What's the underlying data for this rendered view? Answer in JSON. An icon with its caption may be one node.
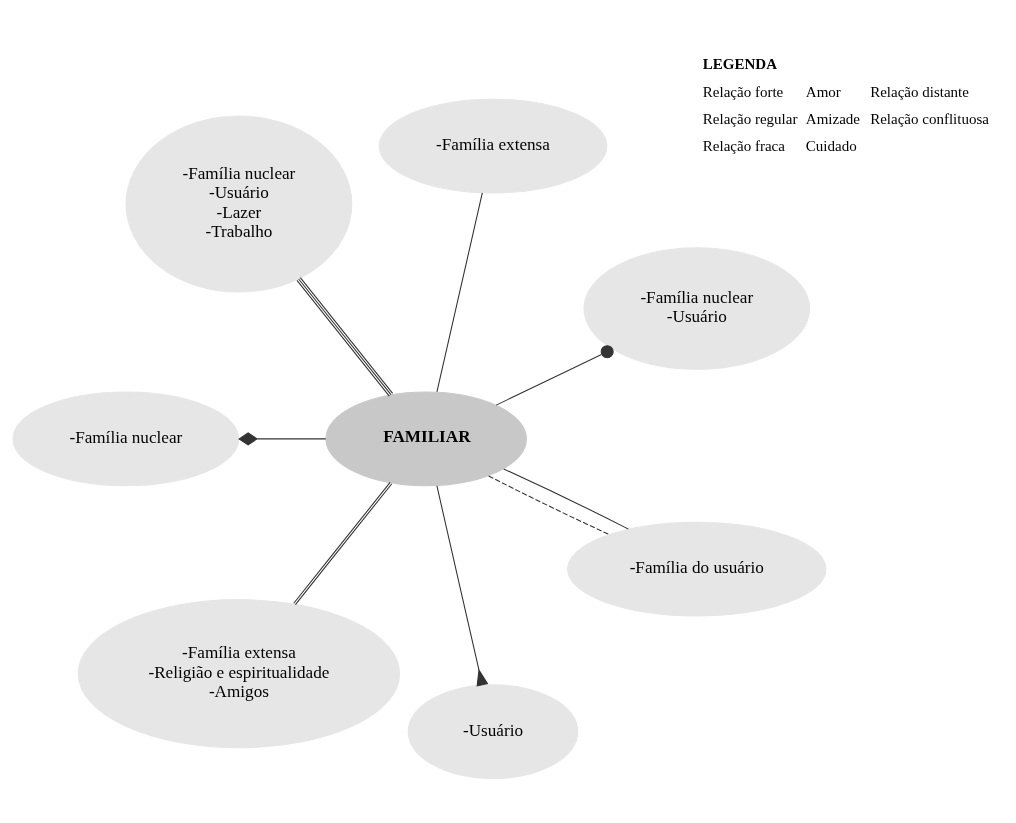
{
  "diagram": {
    "nodes": [
      {
        "text": [
          "FAMILIAR"
        ]
      },
      {
        "text": [
          "-Família nuclear",
          "-Usuário"
        ]
      },
      {
        "text": [
          "-Família extensa"
        ]
      },
      {
        "text": [
          "-Família nuclear",
          "-Usuário",
          "-Lazer",
          "-Trabalho"
        ]
      },
      {
        "text": [
          "-Família nuclear"
        ]
      },
      {
        "text": [
          "-Família extensa",
          "-Religião e espiritualidade",
          "-Amigos"
        ]
      },
      {
        "text": [
          "-Usuário"
        ]
      },
      {
        "text": [
          "-Família do usuário"
        ]
      }
    ],
    "edges": [
      {
        "from": 0,
        "to": 1,
        "arrow": "other"
      },
      {
        "from": 0,
        "to": 2,
        "arrow": "none"
      },
      {
        "from": 0,
        "to": 3,
        "arrow": "none"
      },
      {
        "from": 0,
        "to": 4,
        "arrow": "other"
      },
      {
        "from": 0,
        "to": 5,
        "arrow": "none"
      },
      {
        "from": 0,
        "to": 6,
        "arrow": "other"
      },
      {
        "from": 0,
        "to": 7,
        "arrow": "none"
      },
      {
        "from": 0,
        "to": 7,
        "arrow": "none",
        "style": "dashed"
      }
    ],
    "labels": [
      "LEGENDA"
    ],
    "legend": [
      {
        "text": "Relação forte"
      },
      {
        "text": "Relação regular"
      },
      {
        "text": "Relação fraca"
      },
      {
        "text": "Amor"
      },
      {
        "text": "Amizade"
      },
      {
        "text": "Cuidado"
      },
      {
        "text": "Relação distante"
      },
      {
        "text": "Relação conflituosa"
      }
    ]
  }
}
